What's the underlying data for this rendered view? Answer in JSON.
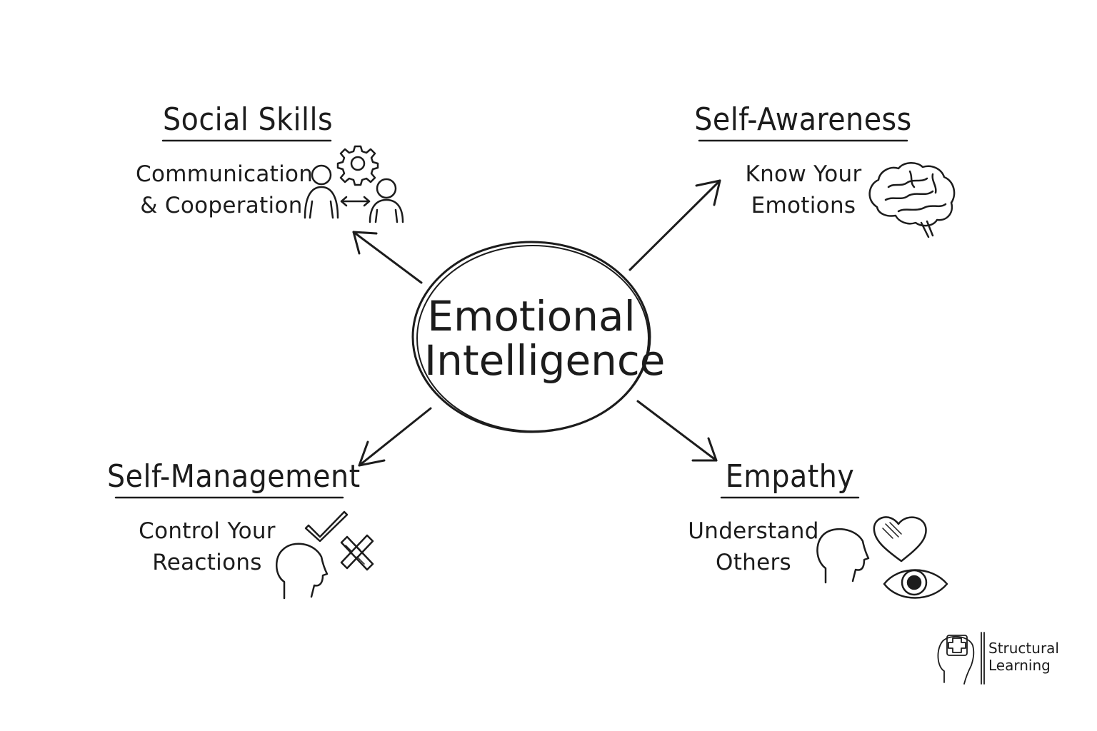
{
  "center": {
    "line1": "Emotional",
    "line2": "Intelligence"
  },
  "branches": {
    "social_skills": {
      "title": "Social Skills",
      "line1": "Communication",
      "line2": "& Cooperation"
    },
    "self_awareness": {
      "title": "Self-Awareness",
      "line1": "Know Your",
      "line2": "Emotions"
    },
    "self_management": {
      "title": "Self-Management",
      "line1": "Control Your",
      "line2": "Reactions"
    },
    "empathy": {
      "title": "Empathy",
      "line1": "Understand",
      "line2": "Others"
    }
  },
  "icons": {
    "social_skills": [
      "people-exchange-icon",
      "gear-icon"
    ],
    "self_awareness": [
      "brain-icon"
    ],
    "self_management": [
      "head-icon",
      "checkmark-icon",
      "cross-icon"
    ],
    "empathy": [
      "head-icon",
      "heart-icon",
      "eye-icon"
    ]
  },
  "brand": {
    "line1": "Structural",
    "line2": "Learning"
  },
  "colors": {
    "ink": "#1c1c1c",
    "background": "#ffffff"
  }
}
